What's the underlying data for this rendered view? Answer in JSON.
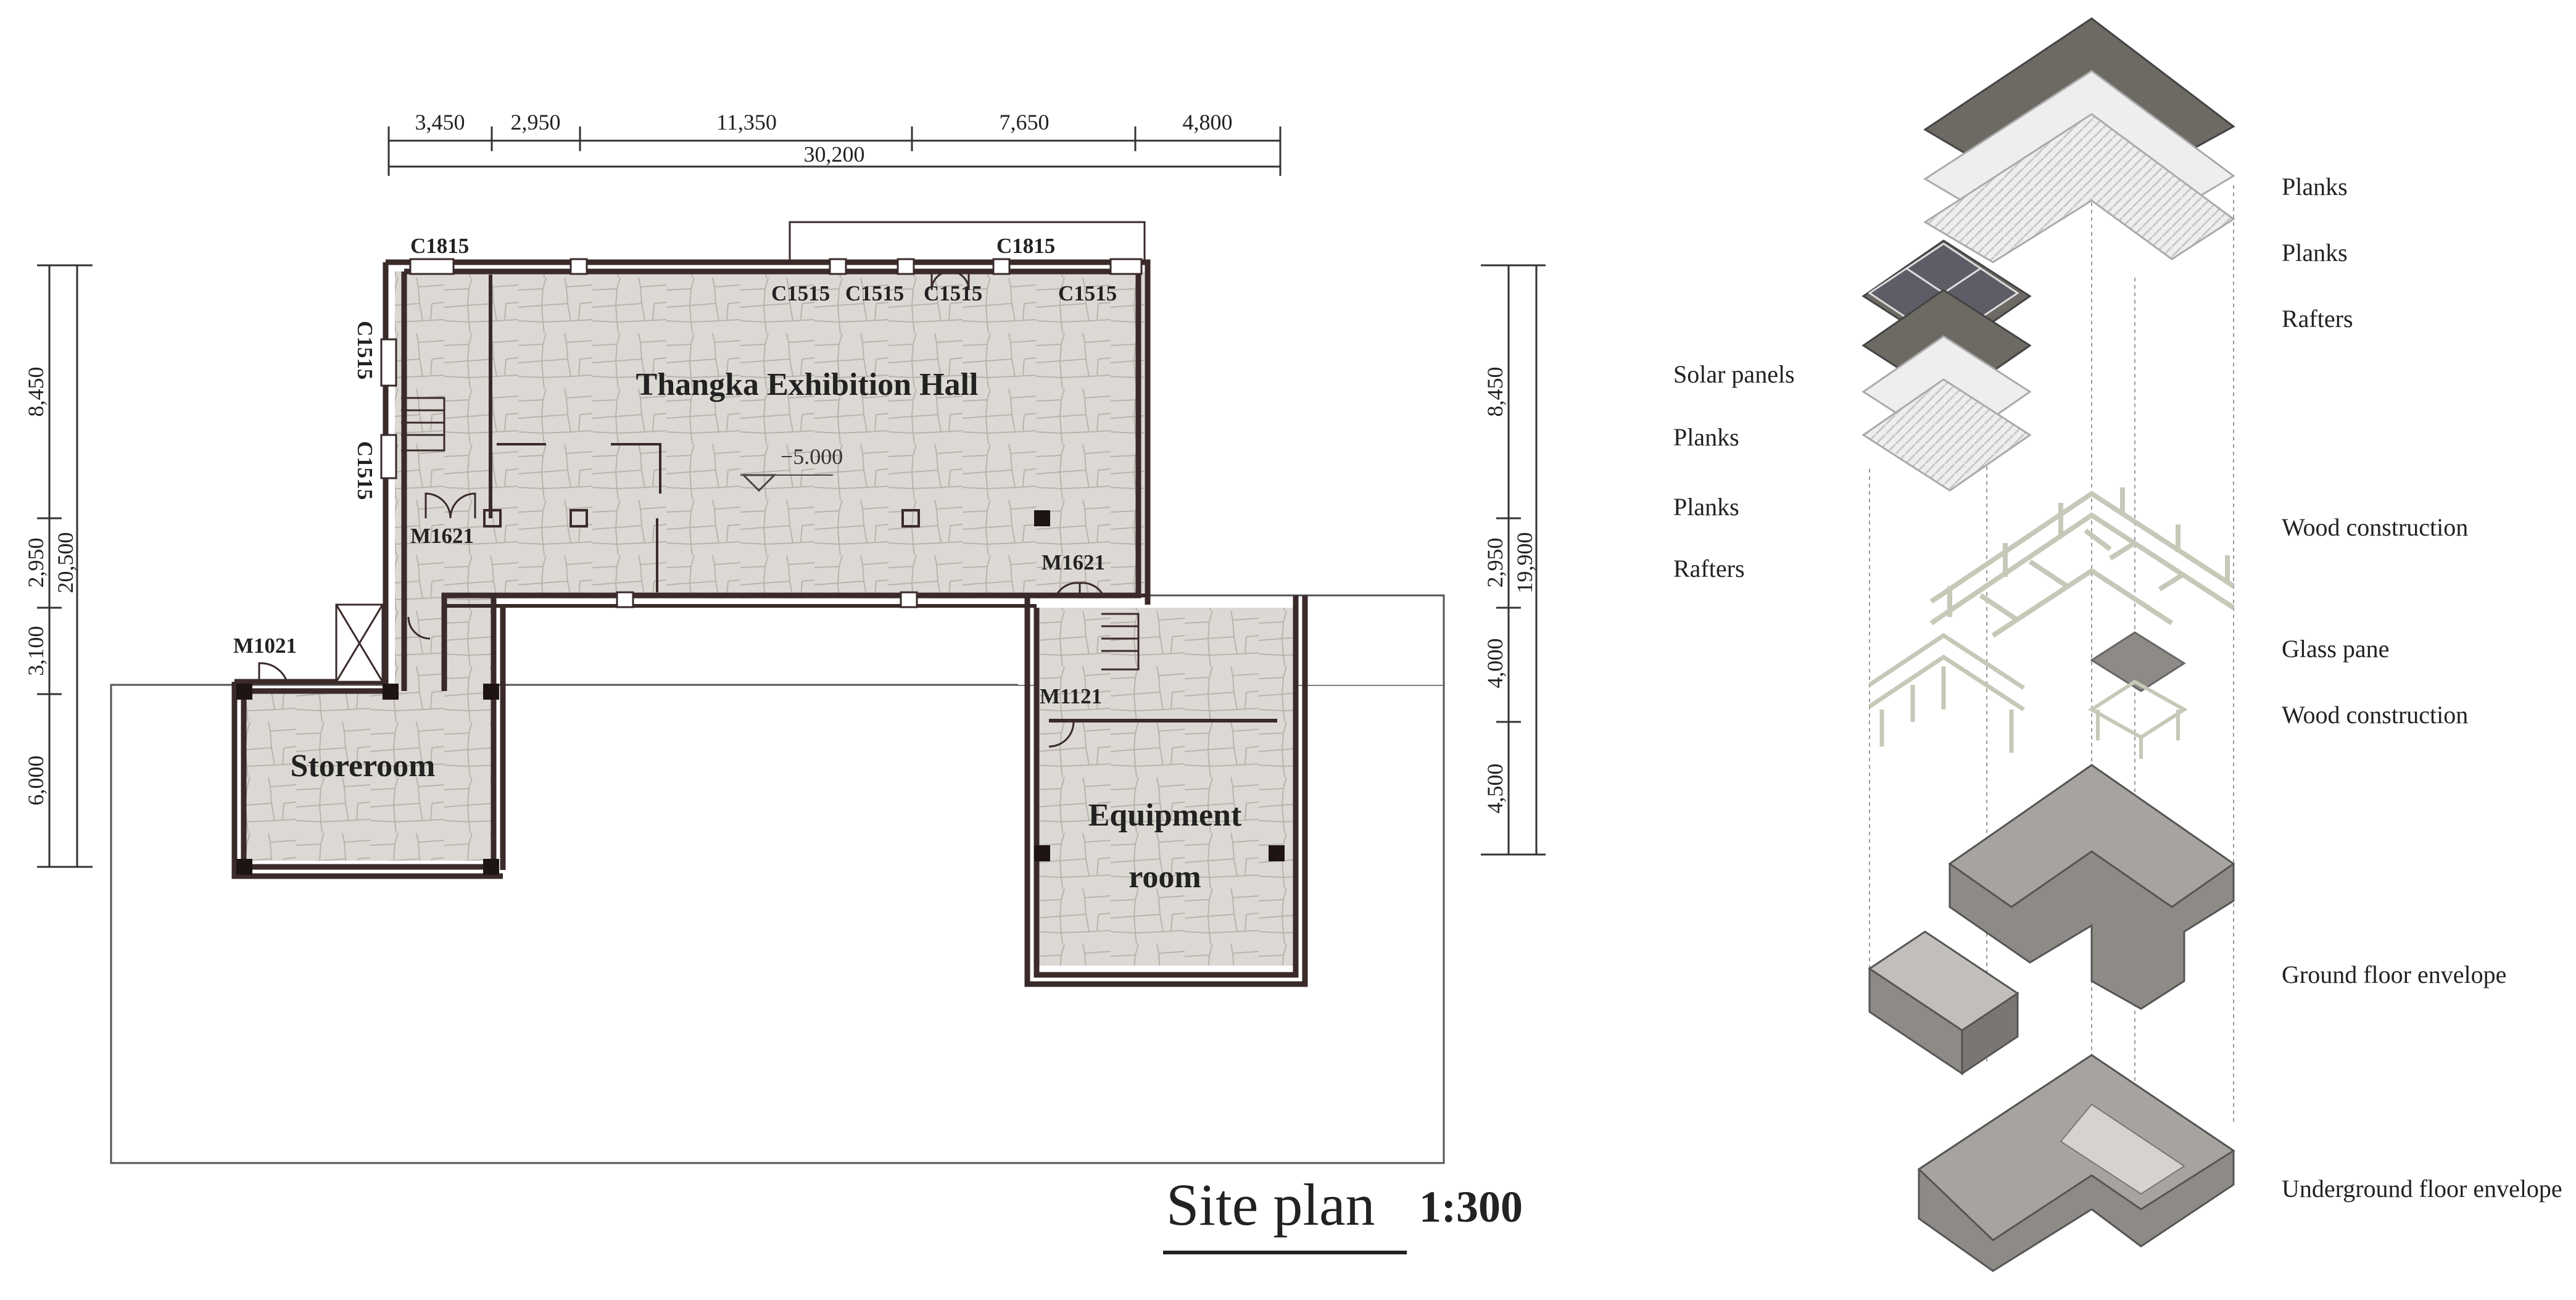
{
  "plan": {
    "room_labels": [
      "Thangka Exhibition Hall",
      "Storeroom",
      "Equipment",
      "room"
    ],
    "elevation": "−5.000",
    "top_dims": [
      "3,450",
      "2,950",
      "11,350",
      "7,650",
      "4,800"
    ],
    "top_total": "30,200",
    "left_dims": [
      "8,450",
      "2,950",
      "3,100",
      "6,000"
    ],
    "left_total": "20,500",
    "right_dims": [
      "8,450",
      "2,950",
      "4,000",
      "4,500"
    ],
    "right_total": "19,900",
    "window_tags": [
      "C1815",
      "C1815",
      "C1515",
      "C1515",
      "C1515",
      "C1515",
      "C1515",
      "C1515"
    ],
    "door_tags": [
      "M1621",
      "M1621",
      "M1021",
      "M1121"
    ]
  },
  "title": {
    "text": "Site plan",
    "scale": "1:300"
  },
  "exploded": {
    "labels": [
      "Planks",
      "Planks",
      "Rafters",
      "Solar panels",
      "Planks",
      "Planks",
      "Rafters",
      "Wood construction",
      "Glass pane",
      "Wood construction",
      "Ground floor envelope",
      "Underground floor envelope"
    ]
  },
  "colors": {
    "floor": "#dcd9d4",
    "site": "#ffffff",
    "wall": "#3a2a2a",
    "roof_dark": "#6d6963",
    "envelope": "#8e8b86"
  }
}
